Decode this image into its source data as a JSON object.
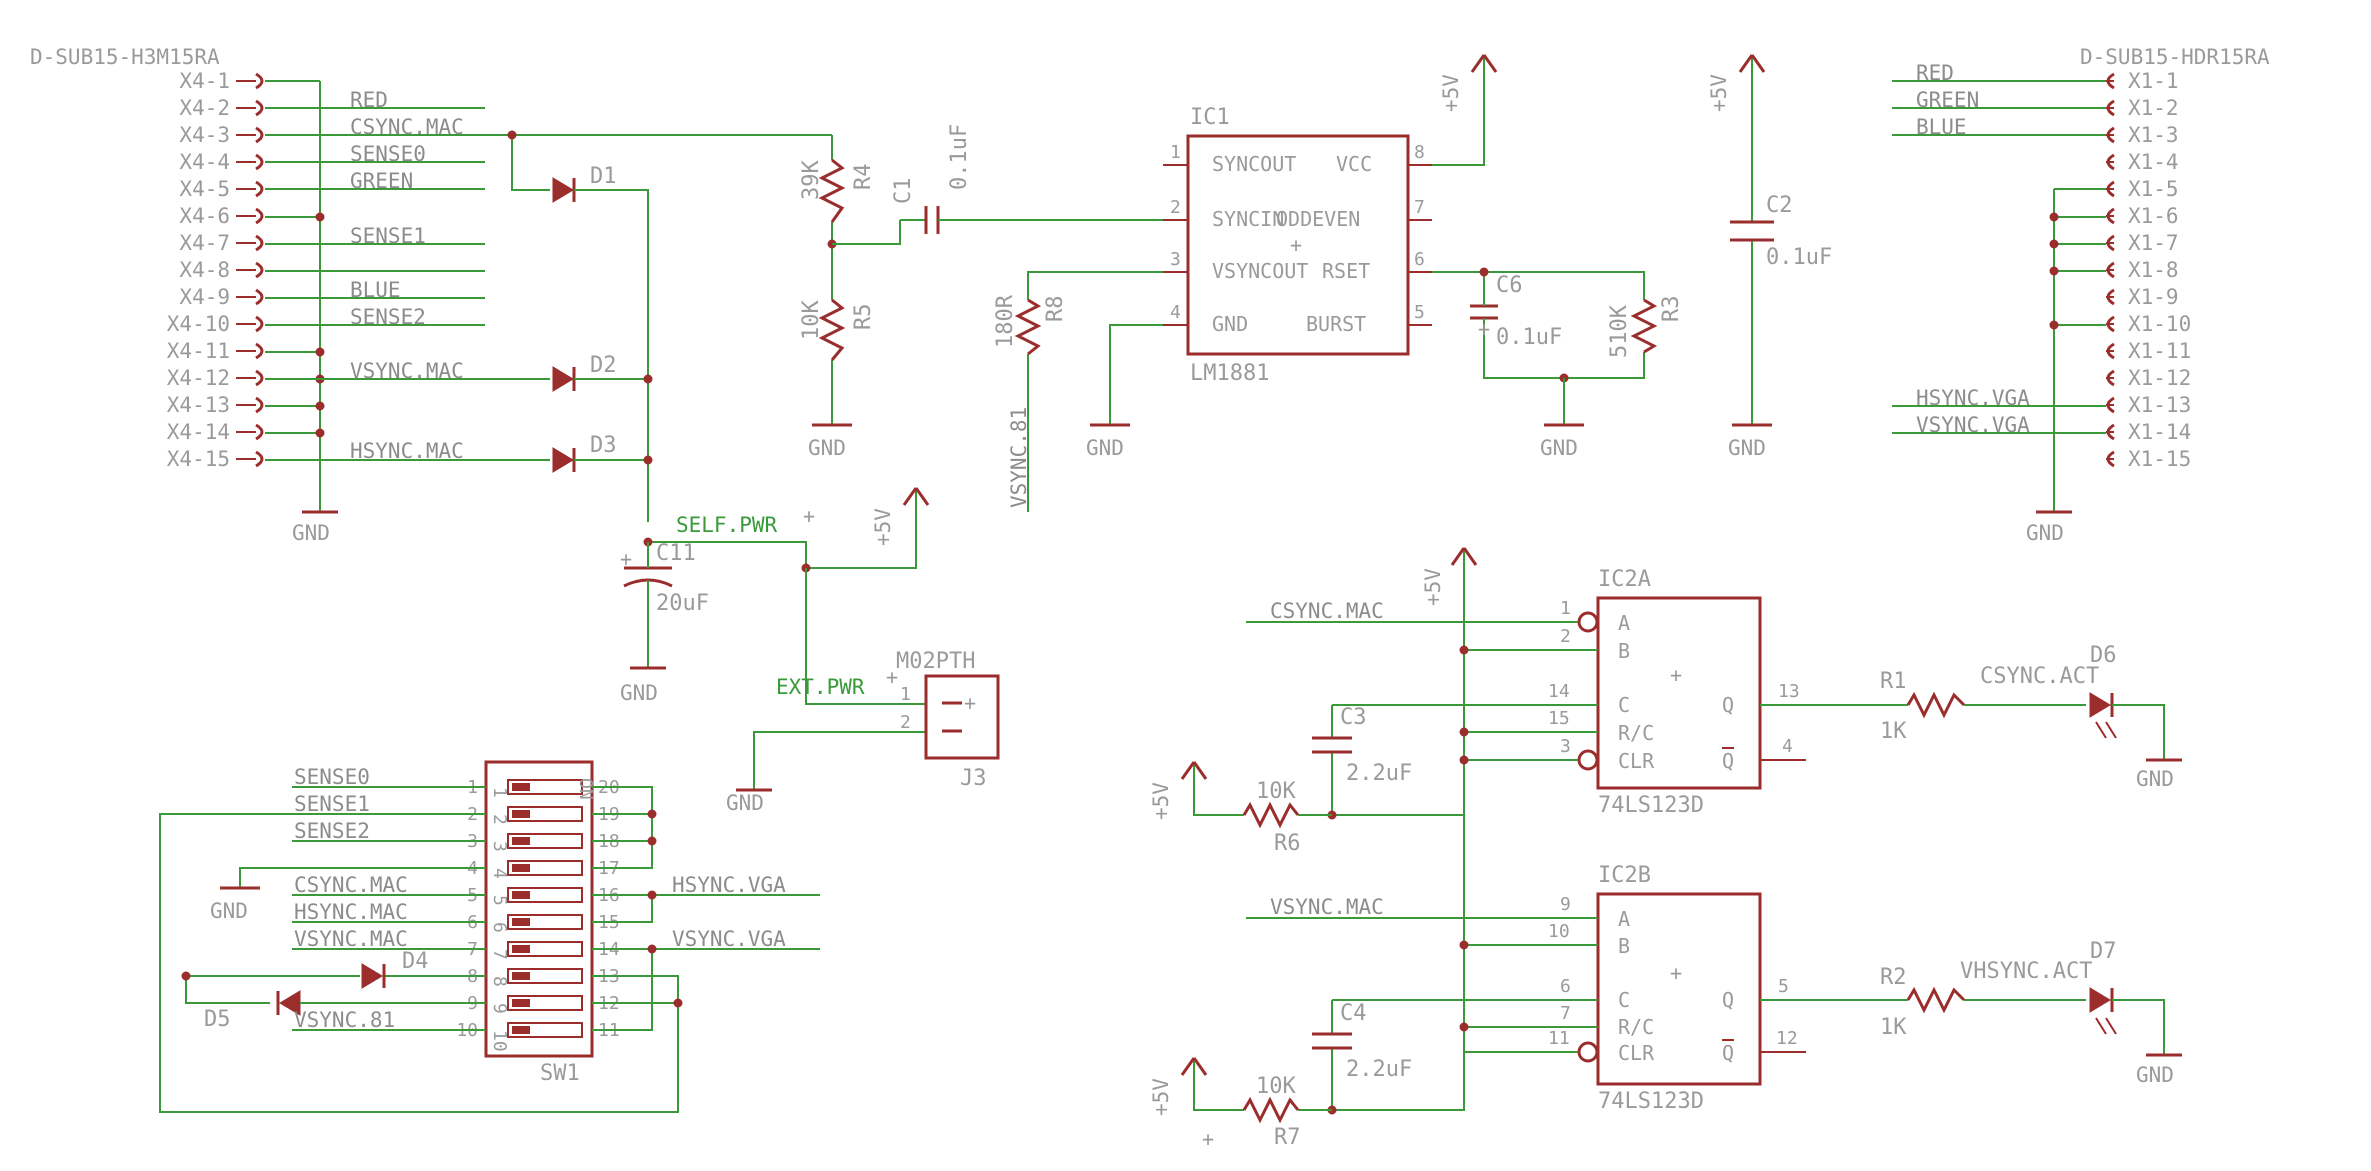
{
  "connectors": {
    "x4_title": "D-SUB15-H3M15RA",
    "x1_title": "D-SUB15-HDR15RA",
    "x4_pins": [
      "X4-1",
      "X4-2",
      "X4-3",
      "X4-4",
      "X4-5",
      "X4-6",
      "X4-7",
      "X4-8",
      "X4-9",
      "X4-10",
      "X4-11",
      "X4-12",
      "X4-13",
      "X4-14",
      "X4-15"
    ],
    "x1_pins": [
      "X1-1",
      "X1-2",
      "X1-3",
      "X1-4",
      "X1-5",
      "X1-6",
      "X1-7",
      "X1-8",
      "X1-9",
      "X1-10",
      "X1-11",
      "X1-12",
      "X1-13",
      "X1-14",
      "X1-15"
    ]
  },
  "nets": {
    "red": "RED",
    "csync_mac": "CSYNC.MAC",
    "sense0": "SENSE0",
    "green": "GREEN",
    "sense1": "SENSE1",
    "blue": "BLUE",
    "sense2": "SENSE2",
    "vsync_mac": "VSYNC.MAC",
    "hsync_mac": "HSYNC.MAC",
    "hsync_vga": "HSYNC.VGA",
    "vsync_vga": "VSYNC.VGA",
    "vsync_81": "VSYNC.81",
    "self_pwr": "SELF.PWR",
    "ext_pwr": "EXT.PWR",
    "gnd": "GND",
    "plus5v": "+5V"
  },
  "parts": {
    "d1": "D1",
    "d2": "D2",
    "d3": "D3",
    "d4": "D4",
    "d5": "D5",
    "d6": "D6",
    "d7": "D7",
    "r1": "R1",
    "r2": "R2",
    "r3": "R3",
    "r4": "R4",
    "r5": "R5",
    "r6": "R6",
    "r7": "R7",
    "r8": "R8",
    "c1": "C1",
    "c2": "C2",
    "c3": "C3",
    "c4": "C4",
    "c6": "C6",
    "c11": "C11",
    "ic1": "IC1",
    "ic1_type": "LM1881",
    "ic2a": "IC2A",
    "ic2b": "IC2B",
    "ic2_type": "74LS123D",
    "j3": "J3",
    "j3_type": "M02PTH",
    "sw1": "SW1"
  },
  "values": {
    "r4": "39K",
    "r5": "10K",
    "r8": "180R",
    "r3": "510K",
    "r6": "10K",
    "r7": "10K",
    "r1": "1K",
    "r2": "1K",
    "c1": "0.1uF",
    "c2": "0.1uF",
    "c6": "0.1uF",
    "c11": "20uF",
    "c3": "2.2uF",
    "c4": "2.2uF",
    "d6": "CSYNC.ACT",
    "d7": "VHSYNC.ACT"
  },
  "ic1_pins": {
    "syncout": "SYNCOUT",
    "vcc": "VCC",
    "syncin": "SYNCIN",
    "oddeven": "ODDEVEN",
    "vsyncout": "VSYNCOUT",
    "rset": "RSET",
    "gnd": "GND",
    "burst": "BURST",
    "n1": "1",
    "n2": "2",
    "n3": "3",
    "n4": "4",
    "n5": "5",
    "n6": "6",
    "n7": "7",
    "n8": "8"
  },
  "ic2_pins": {
    "a": "A",
    "b": "B",
    "c": "C",
    "rc": "R/C",
    "clr": "CLR",
    "q": "Q",
    "qbar": "Q",
    "a_n1": "1",
    "a_n2": "2",
    "a_n14": "14",
    "a_n15": "15",
    "a_n3": "3",
    "a_n13": "13",
    "a_n4": "4",
    "b_n9": "9",
    "b_n10": "10",
    "b_n6": "6",
    "b_n7": "7",
    "b_n11": "11",
    "b_n5": "5",
    "b_n12": "12"
  },
  "j3_pins": {
    "p1": "1",
    "p2": "2"
  },
  "sw1_pins": {
    "left": [
      "1",
      "2",
      "3",
      "4",
      "5",
      "6",
      "7",
      "8",
      "9",
      "10"
    ],
    "right": [
      "20",
      "19",
      "18",
      "17",
      "16",
      "15",
      "14",
      "13",
      "12",
      "11"
    ],
    "on": "ON"
  },
  "marks": {
    "plus": "+"
  }
}
